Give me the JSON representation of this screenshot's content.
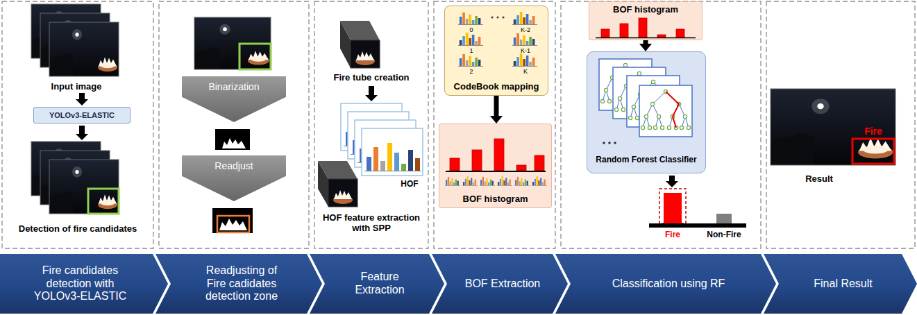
{
  "diagram": {
    "nodes": [
      {
        "text": [
          "YOLOv3-ELASTIC"
        ]
      },
      {
        "text": [
          "Binarization"
        ]
      },
      {
        "text": [
          "Readjust"
        ]
      },
      {
        "text": [
          "0",
          "K-2",
          "1",
          "K-1",
          "2",
          "K",
          "CodeBook mapping"
        ]
      },
      {
        "text": [
          "BOF histogram"
        ]
      },
      {
        "text": [
          "BOF histogram"
        ]
      },
      {
        "text": [
          "Random Forest Classifier"
        ]
      },
      {
        "text": [
          "Fire candidates detection with YOLOv3-ELASTIC"
        ]
      },
      {
        "text": [
          "Readjusting of Fire cadidates detection zone"
        ]
      },
      {
        "text": [
          "Feature Extraction"
        ]
      },
      {
        "text": [
          "BOF Extraction"
        ]
      },
      {
        "text": [
          "Classification using RF"
        ]
      },
      {
        "text": [
          "Final Result"
        ]
      }
    ],
    "edges": [
      {
        "from": 3,
        "to": 4,
        "arrow": "to"
      },
      {
        "from": 5,
        "to": 6,
        "arrow": "to"
      }
    ],
    "labels": [
      "Input image",
      "Detection of fire candidates",
      "Fire tube creation",
      "HOF",
      "HOF feature extraction with SPP",
      "Fire",
      "Non-Fire",
      "Fire",
      "Result"
    ]
  }
}
